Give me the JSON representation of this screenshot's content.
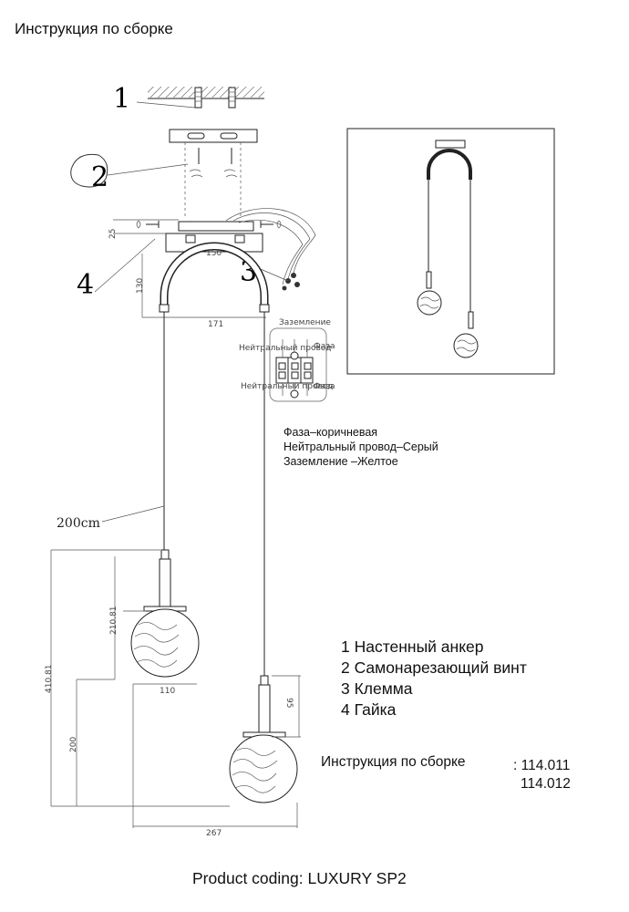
{
  "header": {
    "title": "Инструкция по сборке"
  },
  "callouts": {
    "n1": "1",
    "n2": "2",
    "n3": "3",
    "n4": "4"
  },
  "dimensions": {
    "d25": "25",
    "d150": "150",
    "d130": "130",
    "d171": "171",
    "cable": "200cm",
    "d210": "210.81",
    "d410": "410.81",
    "d110": "110",
    "d95": "95",
    "d200": "200",
    "d267": "267"
  },
  "wiring_diagram": {
    "ground_label": "Заземление",
    "neutral_label": "Нейтральный провод",
    "phase_label_top": "Фаза",
    "phase_label_bottom": "Фаза"
  },
  "wire_legend": [
    "Фаза–коричневая",
    "Нейтральный провод–Серый",
    "Заземление –Желтое"
  ],
  "parts": [
    "1 Настенный анкер",
    "2 Самонарезающий винт",
    "3 Клемма",
    "4 Гайка"
  ],
  "instruction": {
    "label": "Инструкция по сборке",
    "colon": ":",
    "codes": [
      "114.011",
      "114.012"
    ]
  },
  "footer": {
    "product_coding": "Product coding: LUXURY SP2"
  }
}
